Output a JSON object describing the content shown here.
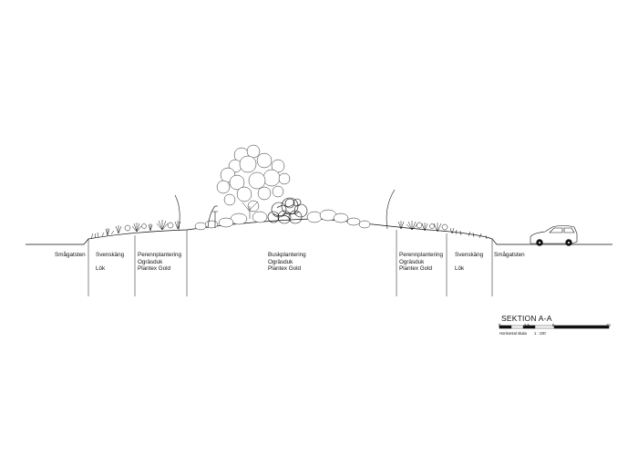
{
  "zones": [
    {
      "lines": [
        "Smågatsten"
      ]
    },
    {
      "lines": [
        "Svenskäng",
        "",
        "Lök"
      ]
    },
    {
      "lines": [
        "Perennplantering",
        "Ogräsduk",
        "Plantex Gold"
      ]
    },
    {
      "lines": [
        "Buskplantering",
        "Ogräsduk",
        "Plantex Gold"
      ]
    },
    {
      "lines": [
        "Perennplantering",
        "Ogräsduk",
        "Plantex Gold"
      ]
    },
    {
      "lines": [
        "Svenskäng",
        "",
        "Lök"
      ]
    },
    {
      "lines": [
        "Smågatsten"
      ]
    }
  ],
  "title_block": {
    "title": "SEKTION A-A",
    "scale_ticks": [
      "0",
      "2.5",
      "5",
      "10"
    ],
    "scale_caption": "Horisontal skala",
    "scale_ratio": "1 : 100"
  },
  "icons": [
    "tree-icon",
    "shrub-icon",
    "perennial-icon",
    "lamp-post-icon",
    "car-icon"
  ],
  "colors": {
    "line": "#111111",
    "background": "#ffffff"
  }
}
